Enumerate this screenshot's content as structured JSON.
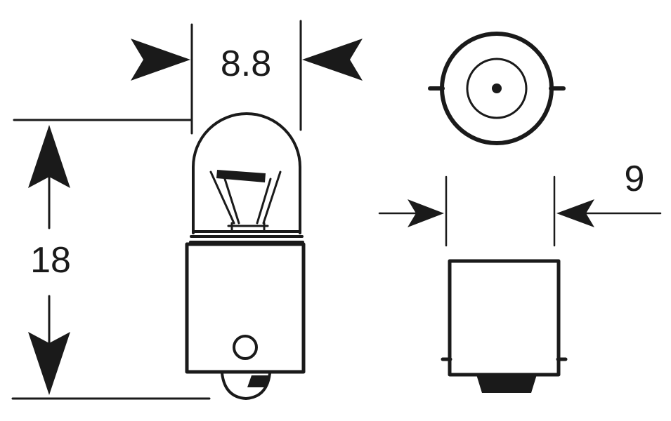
{
  "dimensions": {
    "bulb_diameter": "8.8",
    "bulb_height": "18",
    "base_diameter": "9"
  },
  "colors": {
    "ink": "#1a1a1a",
    "background": "#ffffff"
  }
}
